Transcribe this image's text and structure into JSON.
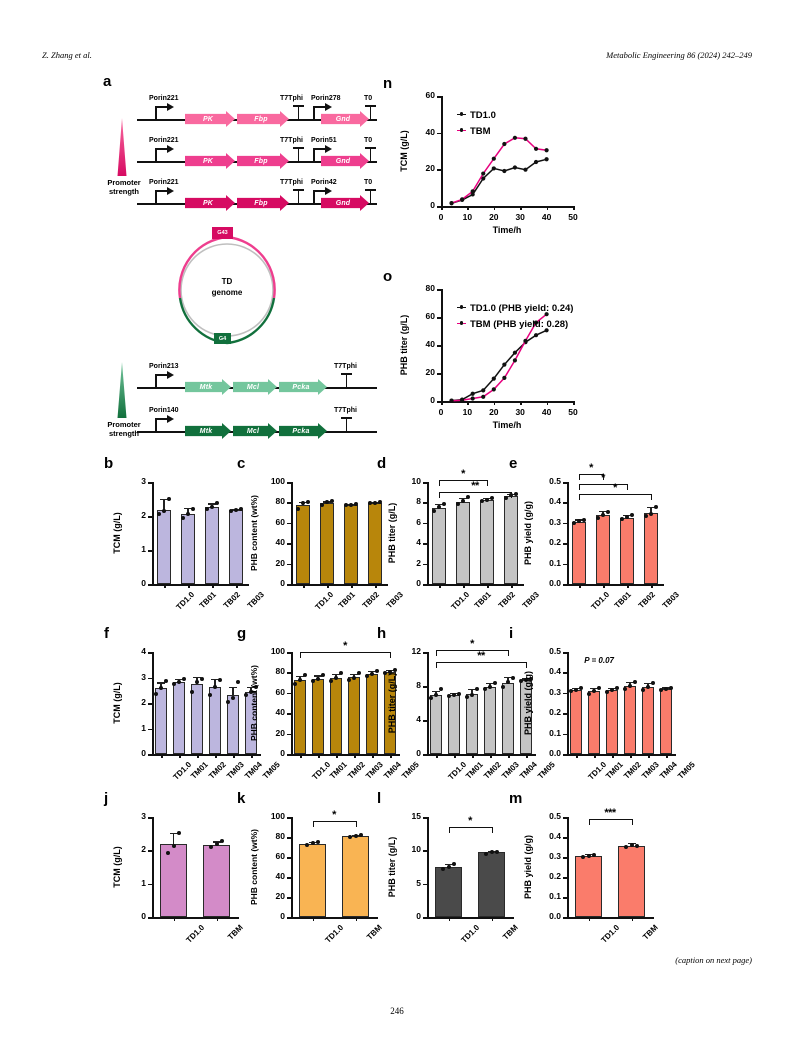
{
  "running_head": {
    "authors": "Z. Zhang et al.",
    "journal_ref": "Metabolic Engineering 86 (2024) 242–249"
  },
  "folio": "246",
  "caption_note": "(caption on next page)",
  "colors": {
    "pink_light": "#F9699F",
    "pink_mid": "#EE3E8E",
    "pink_dark": "#D60B62",
    "green_light": "#74C69D",
    "green_mid": "#2E9E63",
    "green_dark": "#11703C",
    "purple_bar": "#BCB6DE",
    "gold_bar": "#B8860B",
    "gray_bar": "#C4C4C4",
    "salmon_bar": "#FA7C6B",
    "orchid_bar": "#D38BC8",
    "orange_bar": "#F9B453",
    "darkgray_bar": "#4A4A4A",
    "magenta_line": "#E6007E",
    "black_line": "#111111"
  },
  "panel_a": {
    "letter": "a",
    "strength_label_top": "Promoter\nstrength",
    "strength_label_bottom": "Promoter\nstrength",
    "pink_rows": [
      {
        "promoter": "Porin221",
        "genes": [
          "PK",
          "Fbp"
        ],
        "mid_term": "T7Tphi",
        "mid_promoter": "Porin278",
        "last_gene": "Gnd",
        "end_term": "T0"
      },
      {
        "promoter": "Porin221",
        "genes": [
          "PK",
          "Fbp"
        ],
        "mid_term": "T7Tphi",
        "mid_promoter": "Porin51",
        "last_gene": "Gnd",
        "end_term": "T0"
      },
      {
        "promoter": "Porin221",
        "genes": [
          "PK",
          "Fbp"
        ],
        "mid_term": "T7Tphi",
        "mid_promoter": "Porin42",
        "last_gene": "Gnd",
        "end_term": "T0"
      }
    ],
    "genome": {
      "title_line1": "TD",
      "title_line2": "genome",
      "tag_top": "G43",
      "tag_bottom": "G4"
    },
    "green_rows": [
      {
        "promoter": "Porin213",
        "genes": [
          "Mtk",
          "Mcl",
          "Pcka"
        ],
        "end_term": "T7Tphi"
      },
      {
        "promoter": "Porin140",
        "genes": [
          "Mtk",
          "Mcl",
          "Pcka"
        ],
        "end_term": "T7Tphi"
      }
    ]
  },
  "chart_data": [
    {
      "panel": "n",
      "type": "line",
      "title": "",
      "xlabel": "Time/h",
      "ylabel": "TCM (g/L)",
      "xlim": [
        0,
        50
      ],
      "ylim": [
        0,
        60
      ],
      "xticks": [
        0,
        10,
        20,
        30,
        40,
        50
      ],
      "yticks": [
        0,
        20,
        40,
        60
      ],
      "legend_position": "top-left",
      "series": [
        {
          "name": "TD1.0",
          "color": "#111111",
          "x": [
            4,
            8,
            12,
            16,
            20,
            24,
            28,
            32,
            36,
            40
          ],
          "y": [
            1.5,
            3.3,
            6.3,
            15.0,
            20.5,
            19.1,
            21.0,
            19.8,
            24.0,
            25.5
          ]
        },
        {
          "name": "TBM",
          "color": "#E6007E",
          "x": [
            4,
            8,
            12,
            16,
            20,
            24,
            28,
            32,
            36,
            40
          ],
          "y": [
            1.6,
            3.6,
            8.0,
            17.7,
            25.8,
            33.8,
            37.2,
            36.7,
            31.2,
            30.4
          ]
        }
      ]
    },
    {
      "panel": "o",
      "type": "line",
      "title": "",
      "xlabel": "Time/h",
      "ylabel": "PHB titer (g/L)",
      "xlim": [
        0,
        50
      ],
      "ylim": [
        0,
        80
      ],
      "xticks": [
        0,
        10,
        20,
        30,
        40,
        50
      ],
      "yticks": [
        0,
        20,
        40,
        60,
        80
      ],
      "legend_position": "top-left",
      "series": [
        {
          "name": "TD1.0 (PHB yield: 0.24)",
          "color": "#111111",
          "x": [
            4,
            8,
            12,
            16,
            20,
            24,
            28,
            32,
            36,
            40
          ],
          "y": [
            0.3,
            1.0,
            5.2,
            7.6,
            16.0,
            26.0,
            34.5,
            42.0,
            47.0,
            50.5
          ]
        },
        {
          "name": "TBM (PHB yield: 0.28)",
          "color": "#E6007E",
          "x": [
            4,
            8,
            12,
            16,
            20,
            24,
            28,
            32,
            36,
            40
          ],
          "y": [
            0.2,
            0.6,
            1.8,
            3.0,
            8.3,
            16.5,
            29.0,
            43.0,
            56.0,
            62.0
          ]
        }
      ]
    },
    {
      "panel": "b",
      "type": "bar",
      "xlabel": "",
      "ylabel": "TCM (g/L)",
      "ylim": [
        0,
        3
      ],
      "yticks": [
        0,
        1,
        2,
        3
      ],
      "bar_color": "#BCB6DE",
      "categories": [
        "TD1.0",
        "TB01",
        "TB02",
        "TB03"
      ],
      "values": [
        2.18,
        2.06,
        2.27,
        2.17
      ],
      "errors": [
        0.33,
        0.18,
        0.1,
        0.05
      ],
      "points": [
        [
          2.05,
          2.15,
          2.5
        ],
        [
          1.94,
          2.06,
          2.2
        ],
        [
          2.2,
          2.26,
          2.37
        ],
        [
          2.14,
          2.17,
          2.2
        ]
      ],
      "significance": []
    },
    {
      "panel": "c",
      "type": "bar",
      "xlabel": "",
      "ylabel": "PHB content (wt%)",
      "ylim": [
        0,
        100
      ],
      "yticks": [
        0,
        20,
        40,
        60,
        80,
        100
      ],
      "bar_color": "#B8860B",
      "categories": [
        "TD1.0",
        "TB01",
        "TB02",
        "TB03"
      ],
      "values": [
        77.5,
        79.0,
        77.5,
        79.5
      ],
      "errors": [
        3.0,
        2.0,
        0.6,
        0.5
      ],
      "points": [
        [
          73.5,
          79.5,
          80.5
        ],
        [
          77.5,
          80.0,
          81.5
        ],
        [
          77.0,
          77.5,
          78.0
        ],
        [
          79.0,
          79.5,
          80.0
        ]
      ],
      "significance": []
    },
    {
      "panel": "d",
      "type": "bar",
      "xlabel": "",
      "ylabel": "PHB titer (g/L)",
      "ylim": [
        0,
        10
      ],
      "yticks": [
        0,
        2,
        4,
        6,
        8,
        10
      ],
      "bar_color": "#C4C4C4",
      "categories": [
        "TD1.0",
        "TB01",
        "TB02",
        "TB03"
      ],
      "values": [
        7.5,
        8.05,
        8.25,
        8.6
      ],
      "errors": [
        0.35,
        0.4,
        0.2,
        0.25
      ],
      "points": [
        [
          7.2,
          7.55,
          7.8
        ],
        [
          7.8,
          8.1,
          8.5
        ],
        [
          8.1,
          8.25,
          8.4
        ],
        [
          8.4,
          8.7,
          8.8
        ]
      ],
      "significance": [
        {
          "from": 0,
          "to": 2,
          "stars": "*"
        },
        {
          "from": 0,
          "to": 3,
          "stars": "**"
        }
      ]
    },
    {
      "panel": "e",
      "type": "bar",
      "xlabel": "",
      "ylabel": "PHB yield (g/g)",
      "ylim": [
        0,
        0.5
      ],
      "yticks": [
        "0.0",
        "0.1",
        "0.2",
        "0.3",
        "0.4",
        "0.5"
      ],
      "bar_color": "#FA7C6B",
      "categories": [
        "TD1.0",
        "TB01",
        "TB02",
        "TB03"
      ],
      "values": [
        0.305,
        0.34,
        0.325,
        0.347
      ],
      "errors": [
        0.012,
        0.018,
        0.012,
        0.03
      ],
      "points": [
        [
          0.3,
          0.308,
          0.315
        ],
        [
          0.325,
          0.338,
          0.355
        ],
        [
          0.318,
          0.327,
          0.34
        ],
        [
          0.332,
          0.345,
          0.378
        ]
      ],
      "significance": [
        {
          "from": 0,
          "to": 1,
          "stars": "*"
        },
        {
          "from": 0,
          "to": 2,
          "stars": "*"
        },
        {
          "from": 0,
          "to": 3,
          "stars": "*"
        }
      ]
    },
    {
      "panel": "f",
      "type": "bar",
      "xlabel": "",
      "ylabel": "TCM (g/L)",
      "ylim": [
        0,
        4
      ],
      "yticks": [
        0,
        1,
        2,
        3,
        4
      ],
      "bar_color": "#BCB6DE",
      "categories": [
        "TD1.0",
        "TM01",
        "TM02",
        "TM03",
        "TM04",
        "TM05"
      ],
      "values": [
        2.58,
        2.83,
        2.75,
        2.62,
        2.33,
        2.45
      ],
      "errors": [
        0.23,
        0.12,
        0.28,
        0.32,
        0.3,
        0.18
      ],
      "points": [
        [
          2.34,
          2.6,
          2.85
        ],
        [
          2.74,
          2.82,
          2.96
        ],
        [
          2.43,
          2.84,
          2.96
        ],
        [
          2.32,
          2.62,
          2.9
        ],
        [
          2.03,
          2.2,
          2.82
        ],
        [
          2.3,
          2.45,
          2.62
        ]
      ],
      "significance": []
    },
    {
      "panel": "g",
      "type": "bar",
      "xlabel": "",
      "ylabel": "PHB content (wt%)",
      "ylim": [
        0,
        100
      ],
      "yticks": [
        0,
        20,
        40,
        60,
        80,
        100
      ],
      "bar_color": "#B8860B",
      "categories": [
        "TD1.0",
        "TM01",
        "TM02",
        "TM03",
        "TM04",
        "TM05"
      ],
      "values": [
        72.5,
        74.0,
        75.0,
        75.5,
        78.5,
        80.5
      ],
      "errors": [
        4.0,
        3.0,
        3.5,
        3.0,
        3.0,
        2.0
      ],
      "points": [
        [
          68.5,
          73.0,
          77.5
        ],
        [
          71.5,
          74.0,
          77.5
        ],
        [
          72.0,
          74.5,
          79.0
        ],
        [
          73.0,
          75.0,
          79.0
        ],
        [
          76.0,
          78.5,
          81.5
        ],
        [
          79.0,
          80.5,
          82.5
        ]
      ],
      "significance": [
        {
          "from": 0,
          "to": 5,
          "stars": "*"
        }
      ]
    },
    {
      "panel": "h",
      "type": "bar",
      "xlabel": "",
      "ylabel": "PHB titer (g/L)",
      "ylim": [
        0,
        12
      ],
      "yticks": [
        0,
        4,
        8,
        12
      ],
      "bar_color": "#C4C4C4",
      "categories": [
        "TD1.0",
        "TM01",
        "TM02",
        "TM03",
        "TM04",
        "TM05"
      ],
      "values": [
        6.9,
        6.9,
        7.1,
        7.9,
        8.4,
        8.7
      ],
      "errors": [
        0.55,
        0.25,
        0.55,
        0.5,
        0.65,
        0.2
      ],
      "points": [
        [
          6.6,
          6.9,
          7.6
        ],
        [
          6.8,
          6.9,
          7.1
        ],
        [
          6.7,
          7.0,
          7.6
        ],
        [
          7.6,
          7.9,
          8.3
        ],
        [
          7.9,
          8.5,
          8.9
        ],
        [
          8.6,
          8.7,
          8.8
        ]
      ],
      "significance": [
        {
          "from": 0,
          "to": 4,
          "stars": "*"
        },
        {
          "from": 0,
          "to": 5,
          "stars": "**"
        }
      ]
    },
    {
      "panel": "i",
      "type": "bar",
      "xlabel": "",
      "ylabel": "PHB yield (g/g)",
      "ylim": [
        0,
        0.5
      ],
      "yticks": [
        "0.0",
        "0.1",
        "0.2",
        "0.3",
        "0.4",
        "0.5"
      ],
      "bar_color": "#FA7C6B",
      "categories": [
        "TD1.0",
        "TM01",
        "TM02",
        "TM03",
        "TM04",
        "TM05"
      ],
      "values": [
        0.315,
        0.308,
        0.312,
        0.335,
        0.33,
        0.318
      ],
      "errors": [
        0.01,
        0.015,
        0.012,
        0.018,
        0.02,
        0.008
      ],
      "points": [
        [
          0.308,
          0.315,
          0.322
        ],
        [
          0.295,
          0.308,
          0.322
        ],
        [
          0.302,
          0.312,
          0.322
        ],
        [
          0.32,
          0.335,
          0.352
        ],
        [
          0.315,
          0.33,
          0.348
        ],
        [
          0.312,
          0.318,
          0.325
        ]
      ],
      "annotation": "P = 0.07",
      "significance": []
    },
    {
      "panel": "j",
      "type": "bar",
      "xlabel": "",
      "ylabel": "TCM (g/L)",
      "ylim": [
        0,
        3
      ],
      "yticks": [
        0,
        1,
        2,
        3
      ],
      "bar_color": "#D38BC8",
      "categories": [
        "TD1.0",
        "TBM"
      ],
      "values": [
        2.18,
        2.17
      ],
      "errors": [
        0.34,
        0.1
      ],
      "points": [
        [
          1.92,
          2.12,
          2.53
        ],
        [
          2.1,
          2.18,
          2.28
        ]
      ],
      "significance": []
    },
    {
      "panel": "k",
      "type": "bar",
      "xlabel": "",
      "ylabel": "PHB content (wt%)",
      "ylim": [
        0,
        100
      ],
      "yticks": [
        0,
        20,
        40,
        60,
        80,
        100
      ],
      "bar_color": "#F9B453",
      "categories": [
        "TD1.0",
        "TBM"
      ],
      "values": [
        73.5,
        81.0
      ],
      "errors": [
        1.5,
        1.0
      ],
      "points": [
        [
          72.5,
          74.0,
          75.0
        ],
        [
          80.0,
          81.5,
          82.0
        ]
      ],
      "significance": [
        {
          "from": 0,
          "to": 1,
          "stars": "*"
        }
      ]
    },
    {
      "panel": "l",
      "type": "bar",
      "xlabel": "",
      "ylabel": "PHB titer (g/L)",
      "ylim": [
        0,
        15
      ],
      "yticks": [
        0,
        5,
        10,
        15
      ],
      "bar_color": "#4A4A4A",
      "categories": [
        "TD1.0",
        "TBM"
      ],
      "values": [
        7.5,
        9.7
      ],
      "errors": [
        0.5,
        0.25
      ],
      "points": [
        [
          7.2,
          7.5,
          7.9
        ],
        [
          9.5,
          9.8,
          9.75
        ]
      ],
      "significance": [
        {
          "from": 0,
          "to": 1,
          "stars": "*"
        }
      ]
    },
    {
      "panel": "m",
      "type": "bar",
      "xlabel": "",
      "ylabel": "PHB yield (g/g)",
      "ylim": [
        0,
        0.5
      ],
      "yticks": [
        "0.0",
        "0.1",
        "0.2",
        "0.3",
        "0.4",
        "0.5"
      ],
      "bar_color": "#FA7C6B",
      "categories": [
        "TD1.0",
        "TBM"
      ],
      "values": [
        0.305,
        0.357
      ],
      "errors": [
        0.01,
        0.012
      ],
      "points": [
        [
          0.3,
          0.307,
          0.312
        ],
        [
          0.352,
          0.362,
          0.357
        ]
      ],
      "significance": [
        {
          "from": 0,
          "to": 1,
          "stars": "***"
        }
      ]
    }
  ]
}
